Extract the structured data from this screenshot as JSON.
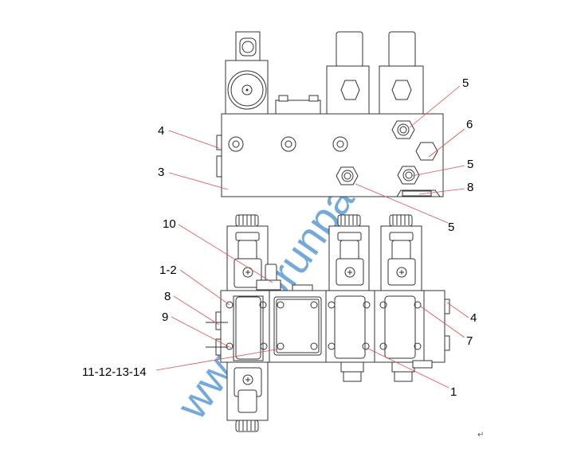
{
  "callouts": {
    "top_4": "4",
    "top_3": "3",
    "top_5a": "5",
    "top_6": "6",
    "top_5b": "5",
    "top_8": "8",
    "top_5c": "5",
    "bot_10": "10",
    "bot_1_2": "1-2",
    "bot_8": "8",
    "bot_9": "9",
    "bot_11_14": "11-12-13-14",
    "bot_4": "4",
    "bot_7": "7",
    "bot_1": "1"
  },
  "watermark": "www.toprunpart.com",
  "return_mark": "↵",
  "colors": {
    "leader": "#e05050",
    "watermark": "#5b9bd5"
  }
}
